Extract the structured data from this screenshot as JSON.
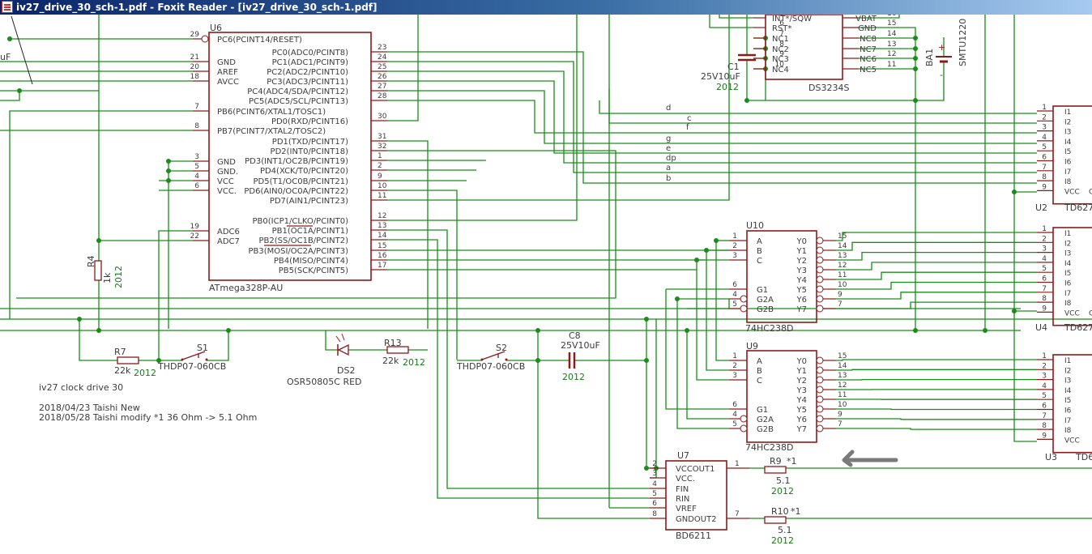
{
  "window": {
    "title": "iv27_drive_30_sch-1.pdf - Foxit Reader - [iv27_drive_30_sch-1.pdf]"
  },
  "colors": {
    "wire": "#1a8c1a",
    "part": "#8b1a1a",
    "label": "#3c3c3c",
    "value": "#1a7a1a",
    "pin": "#8b1a1a"
  },
  "notes": [
    "iv27 clock drive 30",
    "2018/04/23 Taishi New",
    "2018/05/28 Taishi modify *1 36 Ohm -> 5.1 Ohm"
  ],
  "stray": {
    "uf": "uF"
  },
  "u6": {
    "ref": "U6",
    "name": "ATmega328P-AU",
    "left_pins": [
      {
        "num": "29",
        "label": "PC6(PCINT14/RESET)"
      },
      {
        "num": "21",
        "label": "GND"
      },
      {
        "num": "20",
        "label": "AREF"
      },
      {
        "num": "18",
        "label": "AVCC"
      },
      {
        "num": "7",
        "label": "PB6(PCINT6/XTAL1/TOSC1)"
      },
      {
        "num": "8",
        "label": "PB7(PCINT7/XTAL2/TOSC2)"
      },
      {
        "num": "3",
        "label": "GND"
      },
      {
        "num": "5",
        "label": "GND."
      },
      {
        "num": "4",
        "label": "VCC"
      },
      {
        "num": "6",
        "label": "VCC."
      },
      {
        "num": "19",
        "label": "ADC6"
      },
      {
        "num": "22",
        "label": "ADC7"
      }
    ],
    "right_pins": [
      {
        "num": "23",
        "label": "PC0(ADC0/PCINT8)"
      },
      {
        "num": "24",
        "label": "PC1(ADC1/PCINT9)"
      },
      {
        "num": "25",
        "label": "PC2(ADC2/PCINT10)"
      },
      {
        "num": "26",
        "label": "PC3(ADC3/PCINT11)"
      },
      {
        "num": "27",
        "label": "PC4(ADC4/SDA/PCINT12)"
      },
      {
        "num": "28",
        "label": "PC5(ADC5/SCL/PCINT13)"
      },
      {
        "num": "30",
        "label": "PD0(RXD/PCINT16)"
      },
      {
        "num": "31",
        "label": "PD1(TXD/PCINT17)"
      },
      {
        "num": "32",
        "label": "PD2(INT0/PCINT18)"
      },
      {
        "num": "1",
        "label": "PD3(INT1/OC2B/PCINT19)"
      },
      {
        "num": "2",
        "label": "PD4(XCK/T0/PCINT20)"
      },
      {
        "num": "9",
        "label": "PD5(T1/OC0B/PCINT21)"
      },
      {
        "num": "10",
        "label": "PD6(AIN0/OC0A/PCINT22)"
      },
      {
        "num": "11",
        "label": "PD7(AIN1/PCINT23)"
      },
      {
        "num": "12",
        "label": "PB0(ICP1/CLKO/PCINT0)"
      },
      {
        "num": "13",
        "label": "PB1(OC1A/PCINT1)"
      },
      {
        "num": "14",
        "label": "PB2(SS/OC1B/PCINT2)"
      },
      {
        "num": "15",
        "label": "PB3(MOSI/OC2A/PCINT3)"
      },
      {
        "num": "16",
        "label": "PB4(MISO/PCINT4)"
      },
      {
        "num": "17",
        "label": "PB5(SCK/PCINT5)"
      }
    ]
  },
  "ds3234": {
    "name": "DS3234S",
    "left_pins": [
      {
        "num": "5",
        "label": "INT*/SQW"
      },
      {
        "num": "6",
        "label": "RST*"
      },
      {
        "num": "7",
        "label": "NC1"
      },
      {
        "num": "8",
        "label": "NC2"
      },
      {
        "num": "9",
        "label": "NC3"
      },
      {
        "num": "10",
        "label": "NC4"
      }
    ],
    "right_pins": [
      {
        "num": "16",
        "label": "VBAT"
      },
      {
        "num": "15",
        "label": "GND"
      },
      {
        "num": "14",
        "label": "NC8"
      },
      {
        "num": "13",
        "label": "NC7"
      },
      {
        "num": "12",
        "label": "NC6"
      },
      {
        "num": "11",
        "label": "NC5"
      }
    ]
  },
  "c1": {
    "ref": "C1",
    "value": "25V10uF",
    "pkg": "2012"
  },
  "ba1": {
    "ref": "BA1",
    "part": "SMTU1220",
    "plus": "+",
    "minus": "-"
  },
  "seg_labels": [
    "d",
    "c",
    "f",
    "g",
    "e",
    "dp",
    "a",
    "b"
  ],
  "u10": {
    "ref": "U10",
    "name": "74HC238D",
    "left_pins": [
      {
        "num": "1",
        "label": "A"
      },
      {
        "num": "2",
        "label": "B"
      },
      {
        "num": "3",
        "label": "C"
      },
      {
        "num": "6",
        "label": "G1"
      },
      {
        "num": "4",
        "label": "G2A"
      },
      {
        "num": "5",
        "label": "G2B"
      }
    ],
    "right_pins": [
      {
        "num": "15",
        "label": "Y0"
      },
      {
        "num": "14",
        "label": "Y1"
      },
      {
        "num": "13",
        "label": "Y2"
      },
      {
        "num": "12",
        "label": "Y3"
      },
      {
        "num": "11",
        "label": "Y4"
      },
      {
        "num": "10",
        "label": "Y5"
      },
      {
        "num": "9",
        "label": "Y6"
      },
      {
        "num": "7",
        "label": "Y7"
      }
    ]
  },
  "u9": {
    "ref": "U9",
    "name": "74HC238D",
    "left_pins": [
      {
        "num": "1",
        "label": "A"
      },
      {
        "num": "2",
        "label": "B"
      },
      {
        "num": "3",
        "label": "C"
      },
      {
        "num": "6",
        "label": "G1"
      },
      {
        "num": "4",
        "label": "G2A"
      },
      {
        "num": "5",
        "label": "G2B"
      }
    ],
    "right_pins": [
      {
        "num": "15",
        "label": "Y0"
      },
      {
        "num": "14",
        "label": "Y1"
      },
      {
        "num": "13",
        "label": "Y2"
      },
      {
        "num": "12",
        "label": "Y3"
      },
      {
        "num": "11",
        "label": "Y4"
      },
      {
        "num": "10",
        "label": "Y5"
      },
      {
        "num": "9",
        "label": "Y6"
      },
      {
        "num": "7",
        "label": "Y7"
      }
    ]
  },
  "td_inputs": [
    {
      "num": "1",
      "label": "I1"
    },
    {
      "num": "2",
      "label": "I2"
    },
    {
      "num": "3",
      "label": "I3"
    },
    {
      "num": "4",
      "label": "I4"
    },
    {
      "num": "5",
      "label": "I5"
    },
    {
      "num": "6",
      "label": "I6"
    },
    {
      "num": "7",
      "label": "I7"
    },
    {
      "num": "8",
      "label": "I8"
    },
    {
      "num": "9",
      "label": "VCC"
    }
  ],
  "u2": {
    "ref": "U2",
    "name": "TD627",
    "vcc": "VCC",
    "gnd_frag": "G"
  },
  "u4": {
    "ref": "U4",
    "name": "TD627",
    "vcc": "VCC",
    "gnd_frag": "G"
  },
  "u3": {
    "ref": "U3",
    "name": "TD6",
    "vcc": "VCC"
  },
  "r4": {
    "ref": "R4",
    "value": "1k",
    "pkg": "2012"
  },
  "r7": {
    "ref": "R7",
    "value": "22k",
    "pkg": "2012"
  },
  "s1": {
    "ref": "S1",
    "part": "THDP07-060CB"
  },
  "ds2": {
    "ref": "DS2",
    "part": "OSR50805C RED"
  },
  "r13": {
    "ref": "R13",
    "value": "22k",
    "pkg": "2012"
  },
  "s2": {
    "ref": "S2",
    "part": "THDP07-060CB"
  },
  "c8": {
    "ref": "C8",
    "value": "25V10uF",
    "pkg": "2012"
  },
  "u7": {
    "ref": "U7",
    "name": "BD6211",
    "left_pins": [
      {
        "num": "2",
        "label": "VCCOUT1"
      },
      {
        "num": "3",
        "label": "VCC."
      },
      {
        "num": "4",
        "label": "FIN"
      },
      {
        "num": "5",
        "label": "RIN"
      },
      {
        "num": "6",
        "label": "VREF"
      },
      {
        "num": "8",
        "label": "GNDOUT2"
      }
    ],
    "right_pins": [
      {
        "num": "1"
      },
      {
        "num": "7"
      }
    ]
  },
  "r9": {
    "ref": "R9",
    "mark": "*1",
    "value": "5.1",
    "pkg": "2012"
  },
  "r10": {
    "ref": "R10",
    "mark": "*1",
    "value": "5.1",
    "pkg": "2012"
  }
}
